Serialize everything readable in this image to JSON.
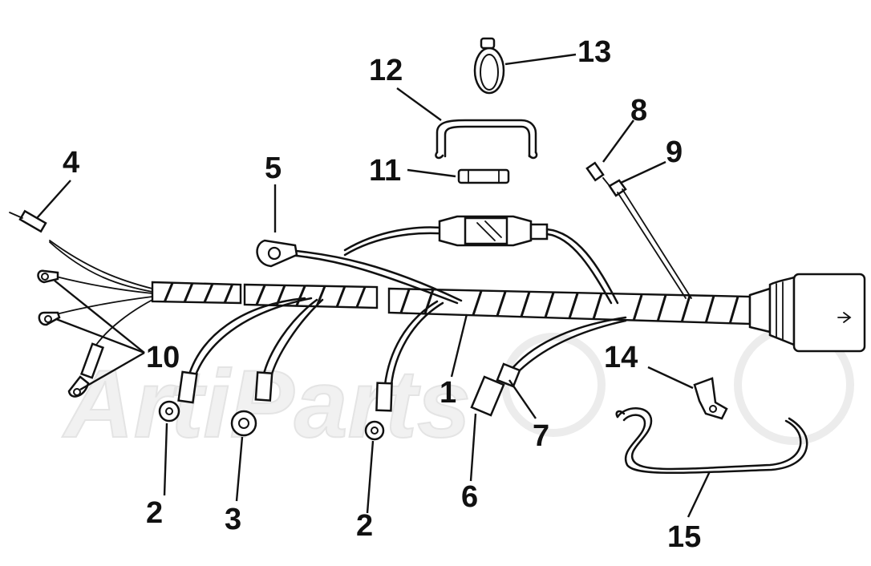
{
  "diagram": {
    "part_numbers": [
      "1",
      "2",
      "3",
      "2",
      "4",
      "5",
      "6",
      "7",
      "8",
      "9",
      "10",
      "11",
      "12",
      "13",
      "14",
      "15"
    ],
    "watermark": "ArtiParts"
  },
  "colors": {
    "line": "#111111",
    "background": "#ffffff",
    "watermark": "#e6e6e6"
  }
}
